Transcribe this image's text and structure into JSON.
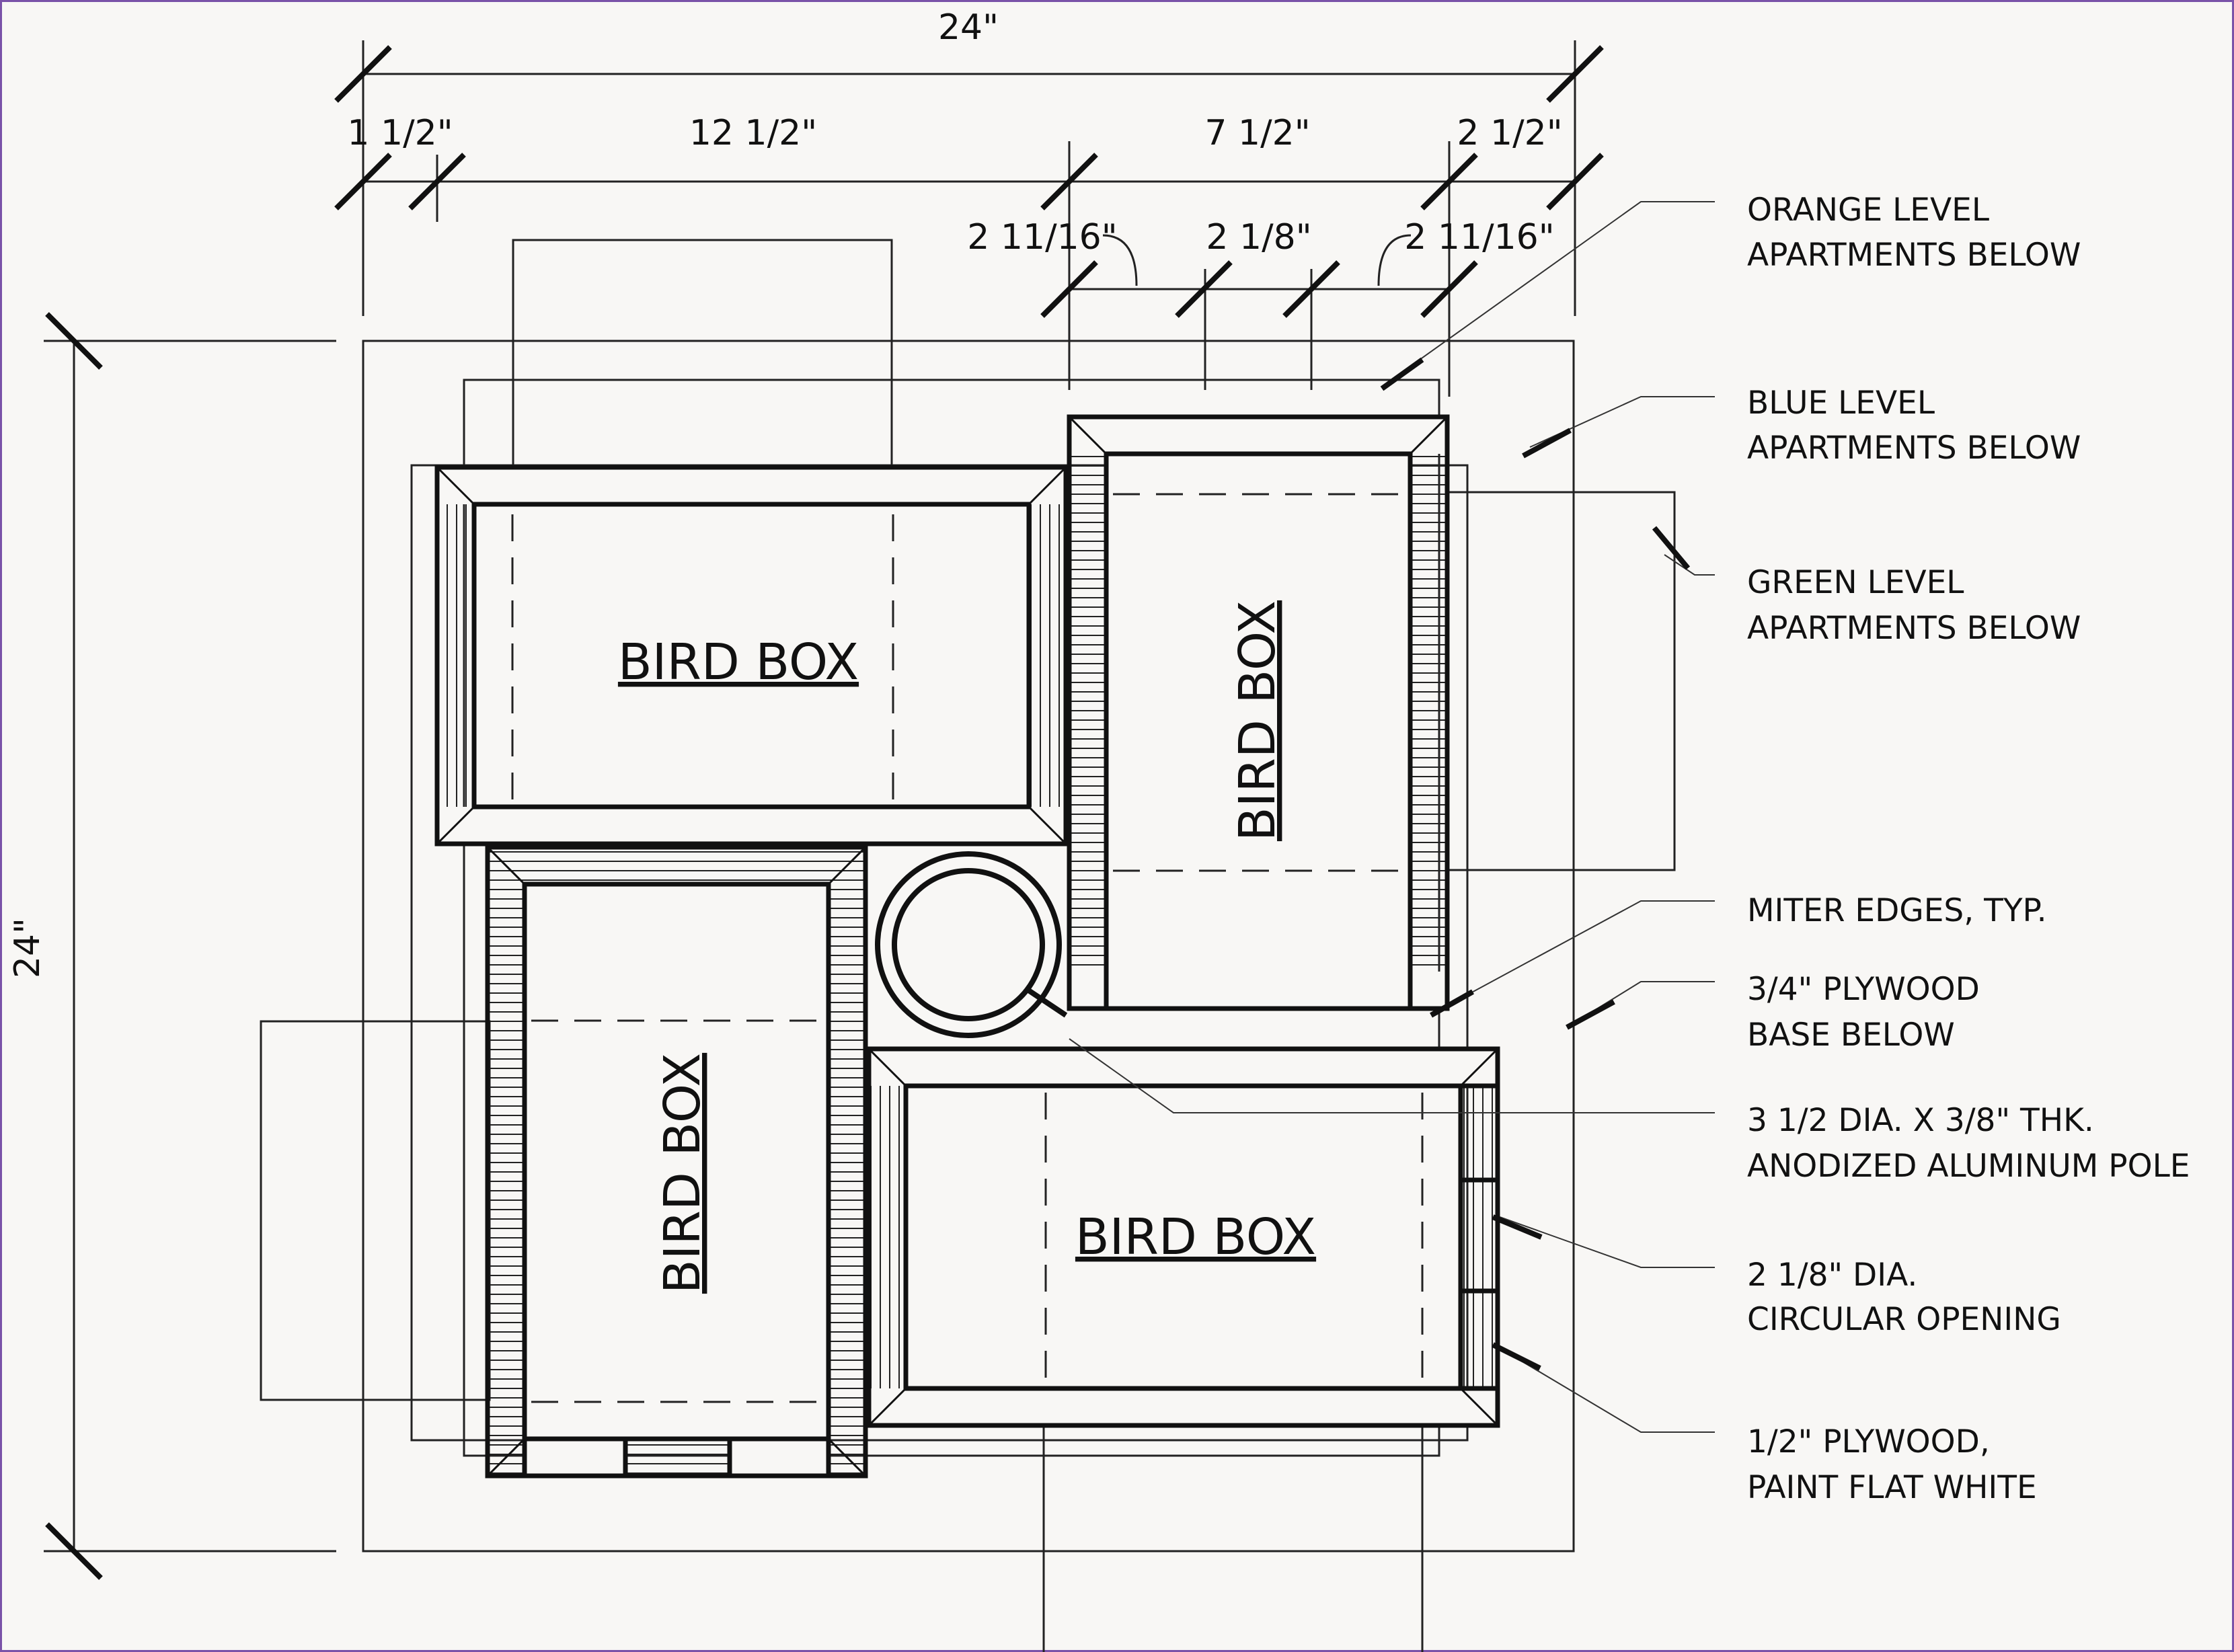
{
  "dimensions": {
    "overall_width": "24\"",
    "overall_height": "24\"",
    "top_left_offset": "1 1/2\"",
    "left_box_width": "12 1/2\"",
    "right_box_width": "7 1/2\"",
    "right_offset": "2 1/2\"",
    "opening_left_spacing": "2 11/16\"",
    "opening_center_spacing": "2 1/8\"",
    "opening_right_spacing": "2 11/16\""
  },
  "boxes": {
    "top_left": "BIRD BOX",
    "top_right": "BIRD BOX",
    "bottom_left": "BIRD BOX",
    "bottom_right": "BIRD BOX"
  },
  "annotations": [
    {
      "line1": "ORANGE LEVEL",
      "line2": "APARTMENTS BELOW"
    },
    {
      "line1": "BLUE LEVEL",
      "line2": "APARTMENTS BELOW"
    },
    {
      "line1": "GREEN LEVEL",
      "line2": "APARTMENTS BELOW"
    },
    {
      "line1": "MITER EDGES, TYP.",
      "line2": ""
    },
    {
      "line1": "3/4\" PLYWOOD",
      "line2": "BASE BELOW"
    },
    {
      "line1": "3 1/2 DIA. X 3/8\" THK.",
      "line2": "ANODIZED ALUMINUM POLE"
    },
    {
      "line1": "2 1/8\" DIA.",
      "line2": "CIRCULAR OPENING"
    },
    {
      "line1": "1/2\" PLYWOOD,",
      "line2": "PAINT FLAT WHITE"
    }
  ],
  "colors": {
    "line": "#111111",
    "paper": "#f8f7f5",
    "frame": "#7a52a8"
  }
}
